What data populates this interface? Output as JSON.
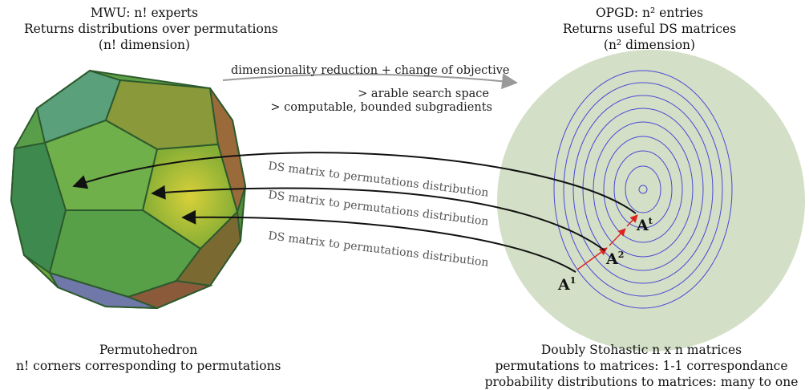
{
  "left_header": {
    "line1": "MWU: n! experts",
    "line2": "Returns distributions over permutations",
    "line3": "(n! dimension)"
  },
  "right_header": {
    "line1": "OPGD: n² entries",
    "line2": "Returns useful DS matrices",
    "line3": "(n² dimension)"
  },
  "top_arrow": {
    "label": "dimensionality reduction + change of objective",
    "note1": "> arable search space",
    "note2": "> computable, bounded subgradients"
  },
  "mapping_arrows": {
    "label": "DS matrix to permutations distribution"
  },
  "iterates": {
    "a1_base": "A",
    "a1_sup": "1",
    "a2_base": "A",
    "a2_sup": "2",
    "at_base": "A",
    "at_sup": "t"
  },
  "left_footer": {
    "line1": "Permutohedron",
    "line2": "n! corners corresponding to permutations"
  },
  "right_footer": {
    "line1": "Doubly Stohastic n x n matrices",
    "line2": "permutations to matrices: 1-1 correspondance",
    "line3": "probability distributions to matrices: many to one"
  },
  "colors": {
    "ellipse_fill": "#d3dfc6",
    "contour_stroke": "#4a4ad6",
    "iterate_path": "#dd2222",
    "arrow_black": "#111111",
    "arrow_gray": "#9a9a9a"
  }
}
